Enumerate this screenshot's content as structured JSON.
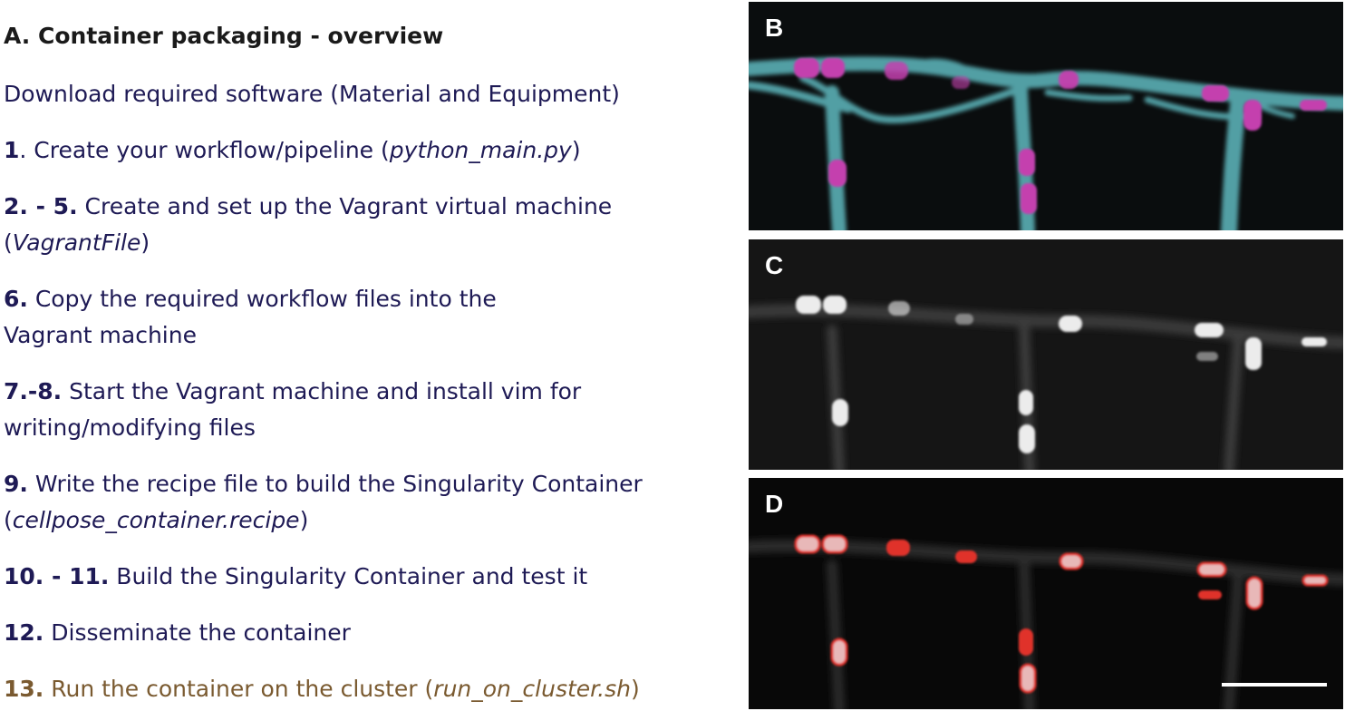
{
  "text": {
    "title": "A. Container packaging - overview",
    "download": "Download required software (Material and Equipment)",
    "s1_num": "1",
    "s1_text": ". Create your workflow/pipeline (",
    "s1_file": "python_main.py",
    "s1_close": ")",
    "s2_num": "2. - 5.",
    "s2_text": " Create and set up the Vagrant virtual machine",
    "s2_open": "(",
    "s2_file": "VagrantFile",
    "s2_close": ")",
    "s6_num": "6.",
    "s6_text": " Copy the required workflow files into the",
    "s6_text2": "Vagrant machine",
    "s7_num": "7.-8.",
    "s7_text": " Start the Vagrant machine and install vim for",
    "s7_text2": "writing/modifying files",
    "s9_num": "9.",
    "s9_text": " Write the recipe file to build the Singularity Container",
    "s9_open": "(",
    "s9_file": "cellpose_container.recipe",
    "s9_close": ")",
    "s10_num": "10. - 11.",
    "s10_text": " Build the Singularity Container and test it",
    "s12_num": "12.",
    "s12_text": " Disseminate the container",
    "s13_num": "13.",
    "s13_text": " Run the container on the cluster (",
    "s13_file": "run_on_cluster.sh",
    "s13_close": ")"
  },
  "panels": {
    "b_label": "B",
    "c_label": "C",
    "d_label": "D"
  },
  "colors": {
    "text_navy": "#1e1a55",
    "text_brown": "#7a5a30",
    "vessel_cyan": "#6fc9cf",
    "nuclei_magenta": "#d23fb4",
    "segment_red": "#e0302c"
  }
}
